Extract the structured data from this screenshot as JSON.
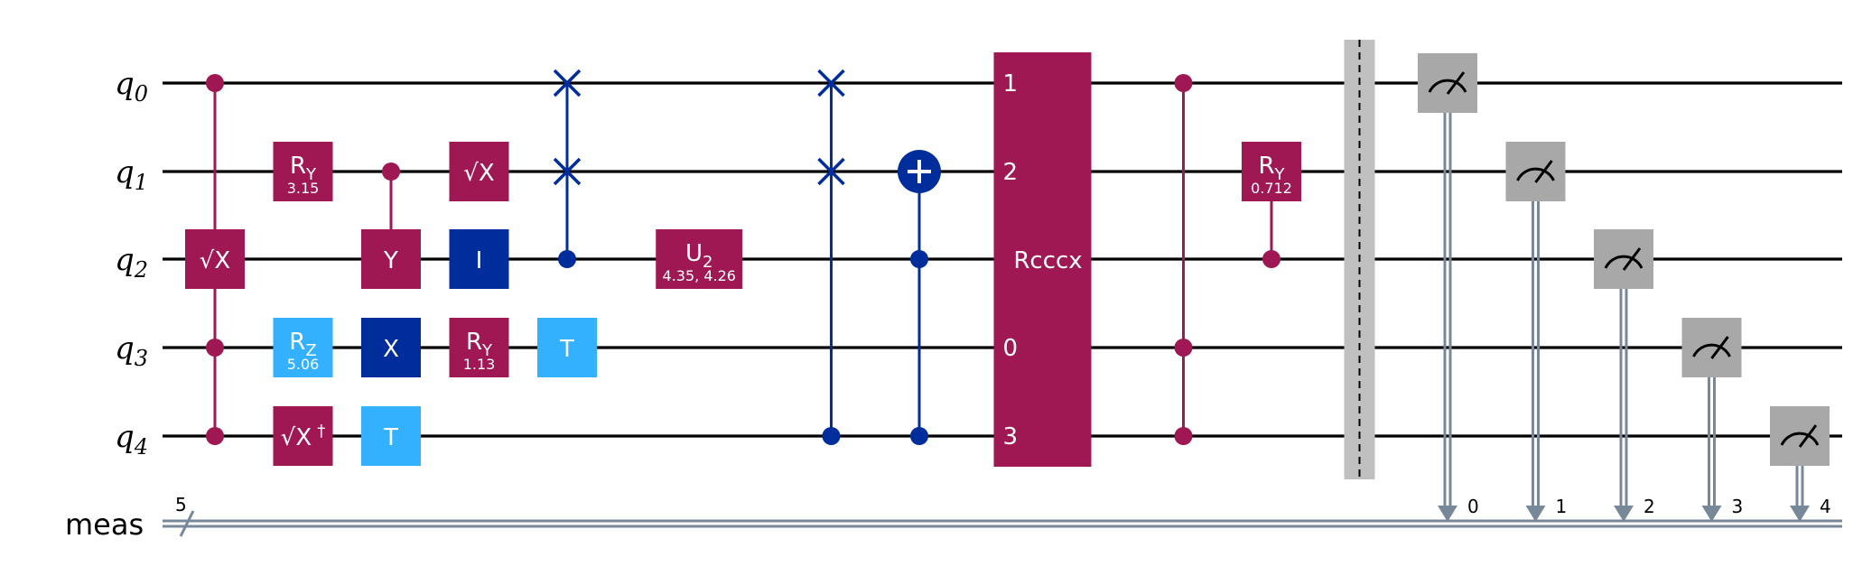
{
  "circuit": {
    "qubits": [
      {
        "letter": "q",
        "index": "0"
      },
      {
        "letter": "q",
        "index": "1"
      },
      {
        "letter": "q",
        "index": "2"
      },
      {
        "letter": "q",
        "index": "3"
      },
      {
        "letter": "q",
        "index": "4"
      }
    ],
    "classical": {
      "label": "meas",
      "width": "5"
    },
    "colors": {
      "maroon": "#9f1853",
      "darkblue": "#002d9c",
      "lightblue": "#33b1ff",
      "gray": "#a8a8a8",
      "barrier": "#c0c0c0",
      "cwire": "#778899"
    },
    "gates": [
      {
        "kind": "cz_sx",
        "col": 0,
        "label": "√X",
        "qubits": [
          0,
          2,
          3,
          4
        ]
      },
      {
        "kind": "box",
        "col": 1,
        "qubit": 1,
        "base": "R",
        "sub": "Y",
        "param": "3.15",
        "color": "maroon"
      },
      {
        "kind": "box",
        "col": 1,
        "qubit": 3,
        "base": "R",
        "sub": "Z",
        "param": "5.06",
        "color": "lightblue"
      },
      {
        "kind": "box",
        "col": 1,
        "qubit": 4,
        "base": "√X",
        "sup": "†",
        "color": "maroon"
      },
      {
        "kind": "ctrl_box",
        "col": 2,
        "control": 1,
        "target": 2,
        "base": "Y",
        "color": "maroon"
      },
      {
        "kind": "box",
        "col": 2,
        "qubit": 3,
        "base": "X",
        "color": "darkblue"
      },
      {
        "kind": "box",
        "col": 2,
        "qubit": 4,
        "base": "T",
        "color": "lightblue"
      },
      {
        "kind": "box",
        "col": 3,
        "qubit": 1,
        "base": "√X",
        "color": "maroon"
      },
      {
        "kind": "box",
        "col": 3,
        "qubit": 2,
        "base": "I",
        "color": "darkblue"
      },
      {
        "kind": "box",
        "col": 3,
        "qubit": 3,
        "base": "R",
        "sub": "Y",
        "param": "1.13",
        "color": "maroon"
      },
      {
        "kind": "cswap",
        "col": 4,
        "control": 2,
        "targets": [
          0,
          1
        ]
      },
      {
        "kind": "box",
        "col": 4,
        "qubit": 3,
        "base": "T",
        "color": "lightblue"
      },
      {
        "kind": "box",
        "col": 5.5,
        "qubit": 2,
        "base": "U",
        "sub": "2",
        "param": "4.35, 4.26",
        "color": "maroon",
        "wide": true
      },
      {
        "kind": "cswap",
        "col": 7,
        "control": 4,
        "targets": [
          0,
          1
        ]
      },
      {
        "kind": "ccx",
        "col": 8,
        "controls": [
          2,
          4
        ],
        "target": 1
      },
      {
        "kind": "multi",
        "col": 9.4,
        "label": "Rcccx",
        "order": [
          "1",
          "2",
          "",
          "0",
          "3"
        ]
      },
      {
        "kind": "mcz",
        "col": 11,
        "qubits": [
          0,
          3,
          4
        ]
      },
      {
        "kind": "ctrl_box",
        "col": 12,
        "control": 2,
        "target": 1,
        "base": "R",
        "sub": "Y",
        "param": "0.712",
        "color": "maroon"
      },
      {
        "kind": "barrier",
        "col": 13
      },
      {
        "kind": "measure",
        "col": 14,
        "qubit": 0,
        "bit": "0"
      },
      {
        "kind": "measure",
        "col": 15,
        "qubit": 1,
        "bit": "1"
      },
      {
        "kind": "measure",
        "col": 16,
        "qubit": 2,
        "bit": "2"
      },
      {
        "kind": "measure",
        "col": 17,
        "qubit": 3,
        "bit": "3"
      },
      {
        "kind": "measure",
        "col": 18,
        "qubit": 4,
        "bit": "4"
      }
    ]
  }
}
